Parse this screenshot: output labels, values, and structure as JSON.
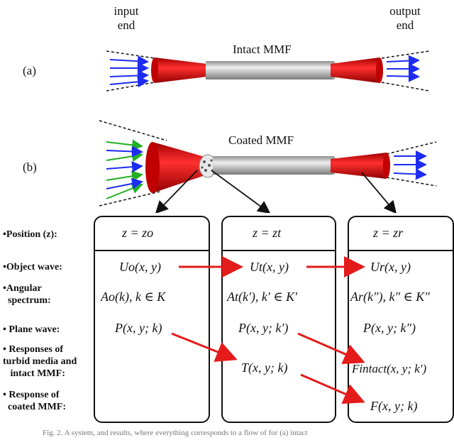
{
  "labels": {
    "input_end": "input\nend",
    "output_end": "output\nend",
    "panel_a": "(a)",
    "panel_b": "(b)",
    "intact": "Intact MMF",
    "coated": "Coated MMF"
  },
  "rows": {
    "position": "•Position (z):",
    "object_wave": "•Object wave:",
    "angular": "•Angular\n  spectrum:",
    "plane_wave": "• Plane wave:",
    "responses_turbid": "• Responses of\nturbid media and\n   intact MMF:",
    "response_coated": "• Response of\n  coated MMF:"
  },
  "columns": [
    {
      "position": "z = zo",
      "object": "Uo(x, y)",
      "angular": "Ao(k),  k ∈ K",
      "plane": "P(x, y; k)"
    },
    {
      "position": "z = zt",
      "object": "Ut(x, y)",
      "angular": "At(k′),  k′ ∈ K′",
      "plane": "P(x, y; k′)",
      "response": "T(x, y; k)"
    },
    {
      "position": "z = zr",
      "object": "Ur(x, y)",
      "angular": "Ar(k″),  k″ ∈ K″",
      "plane": "P(x, y; k″)",
      "response_intact": "Fintact(x, y; k′)",
      "response_coated": "F(x, y; k)"
    }
  ],
  "caption": "Fig. 2. A system, and results, where everything corresponds to a flow of   for (a) intact",
  "colors": {
    "fiber_red": "#e01010",
    "fiber_gray": "#b8b8b8",
    "arrow_red": "#e41b1b",
    "arrow_blue": "#1d2cf0",
    "arrow_green": "#22b022"
  }
}
